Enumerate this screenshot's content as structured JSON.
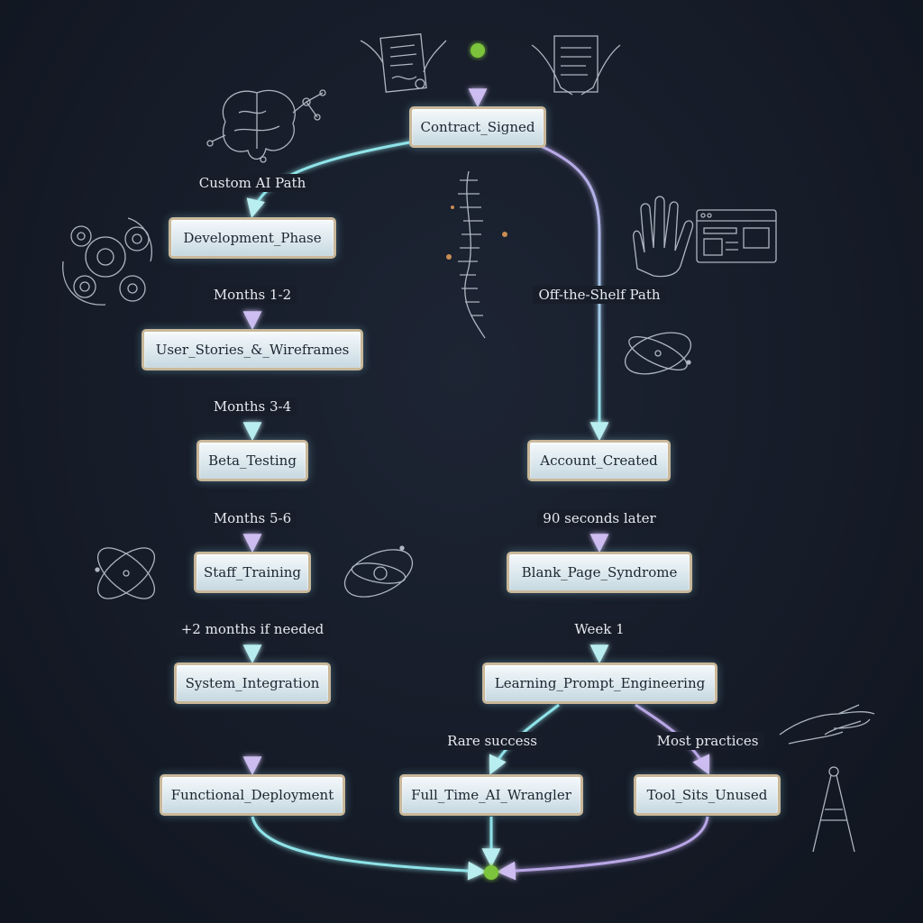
{
  "nodes": {
    "contract_signed": "Contract_Signed",
    "development_phase": "Development_Phase",
    "user_stories_wireframes": "User_Stories_&_Wireframes",
    "beta_testing": "Beta_Testing",
    "staff_training": "Staff_Training",
    "system_integration": "System_Integration",
    "functional_deployment": "Functional_Deployment",
    "account_created": "Account_Created",
    "blank_page_syndrome": "Blank_Page_Syndrome",
    "learning_prompt_engineering": "Learning_Prompt_Engineering",
    "full_time_ai_wrangler": "Full_Time_AI_Wrangler",
    "tool_sits_unused": "Tool_Sits_Unused"
  },
  "edge_labels": {
    "custom_ai_path": "Custom AI Path",
    "off_the_shelf_path": "Off-the-Shelf Path",
    "months_1_2": "Months 1-2",
    "months_3_4": "Months 3-4",
    "months_5_6": "Months 5-6",
    "plus_2_months": "+2 months if needed",
    "ninety_seconds": "90 seconds later",
    "week_1": "Week 1",
    "rare_success": "Rare success",
    "most_practices": "Most practices"
  },
  "colors": {
    "background": "#151b27",
    "cyan_flow": "#8fe3e8",
    "purple_flow": "#b9a6e6",
    "start_end_dot": "#7cc43a",
    "node_border": "#c9b89a"
  },
  "icons": [
    "brain-network-icon",
    "gears-icon",
    "contract-sign-icon",
    "handshake-document-icon",
    "spine-icon",
    "hand-icon",
    "browser-window-icon",
    "atom-orbit-icon",
    "reaching-hand-icon",
    "compass-icon"
  ]
}
